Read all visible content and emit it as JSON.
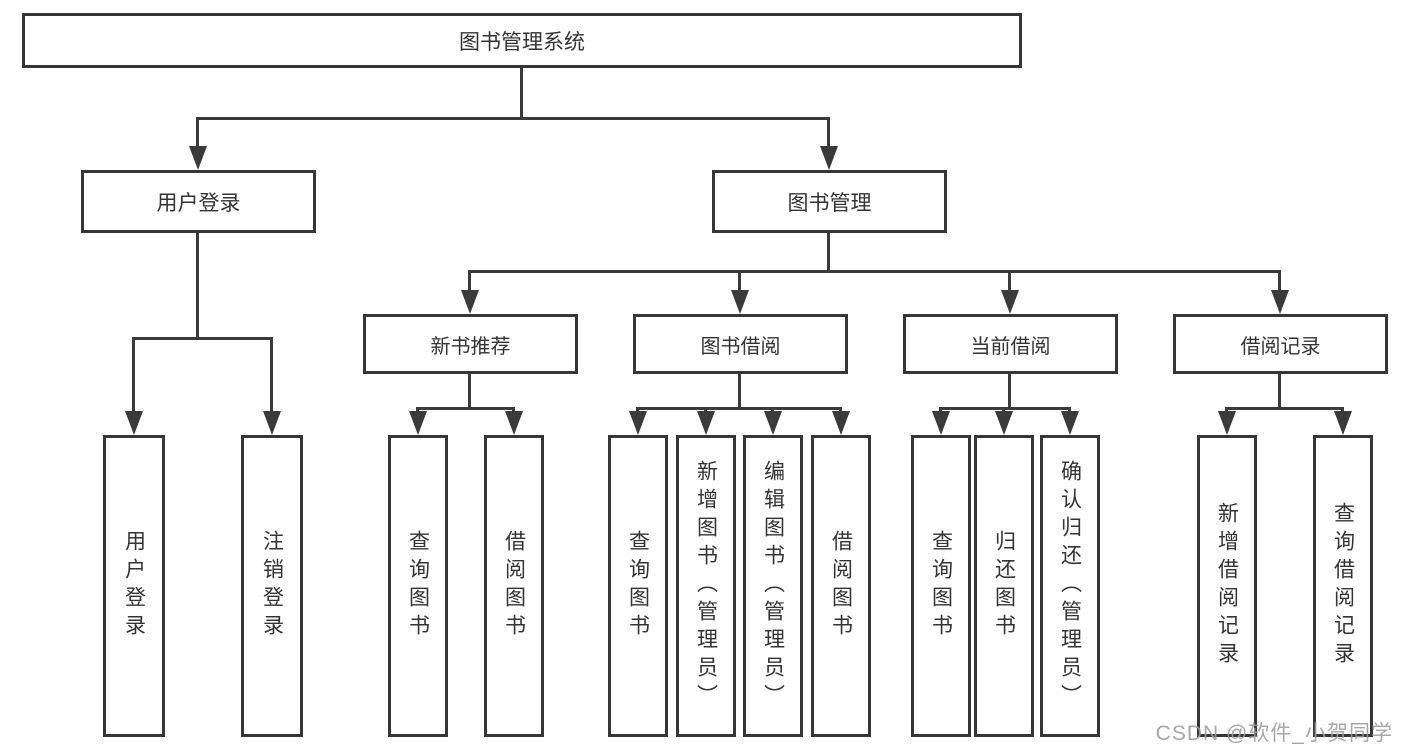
{
  "diagram": {
    "root": {
      "label": "图书管理系统"
    },
    "level2": [
      {
        "label": "用户登录"
      },
      {
        "label": "图书管理"
      }
    ],
    "level3": [
      {
        "label": "新书推荐",
        "parent": "图书管理"
      },
      {
        "label": "图书借阅",
        "parent": "图书管理"
      },
      {
        "label": "当前借阅",
        "parent": "图书管理"
      },
      {
        "label": "借阅记录",
        "parent": "图书管理"
      }
    ],
    "leaves": [
      {
        "label": "用户登录",
        "parent": "用户登录"
      },
      {
        "label": "注销登录",
        "parent": "用户登录"
      },
      {
        "label": "查询图书",
        "parent": "新书推荐"
      },
      {
        "label": "借阅图书",
        "parent": "新书推荐"
      },
      {
        "label": "查询图书",
        "parent": "图书借阅"
      },
      {
        "label": "新增图书（管理员）",
        "parent": "图书借阅"
      },
      {
        "label": "编辑图书（管理员）",
        "parent": "图书借阅"
      },
      {
        "label": "借阅图书",
        "parent": "图书借阅"
      },
      {
        "label": "查询图书",
        "parent": "当前借阅"
      },
      {
        "label": "归还图书",
        "parent": "当前借阅"
      },
      {
        "label": "确认归还（管理员）",
        "parent": "当前借阅"
      },
      {
        "label": "新增借阅记录",
        "parent": "借阅记录"
      },
      {
        "label": "查询借阅记录",
        "parent": "借阅记录"
      }
    ]
  },
  "colors": {
    "line": "#3a3a3a",
    "box_border": "#363636",
    "text": "#333333",
    "watermark": "#9e9e9e"
  },
  "watermark": "CSDN @软件_小贺同学"
}
